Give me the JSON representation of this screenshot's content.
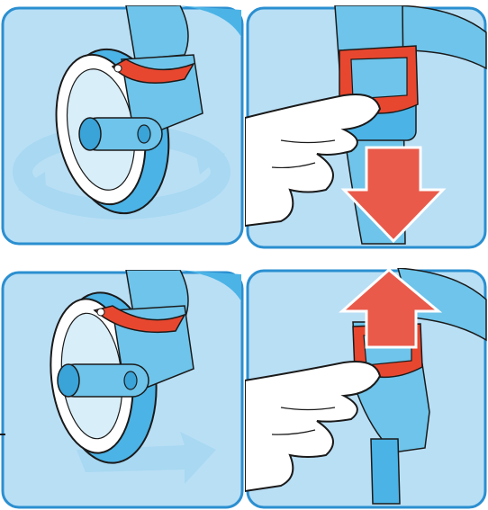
{
  "figure": {
    "panels": [
      {
        "id": "p1",
        "depicts": "swivel-wheel-rotation",
        "arrow_icon": "rotate-circle-arrows-icon",
        "lock_state": "unlocked"
      },
      {
        "id": "p2",
        "depicts": "press-lock-down",
        "arrow_icon": "arrow-down-icon",
        "lock_state": "pressing"
      },
      {
        "id": "p3",
        "depicts": "wheel-locked-straight",
        "arrow_icon": "arrow-forward-icon",
        "lock_state": "locked"
      },
      {
        "id": "p4",
        "depicts": "lift-lock-up",
        "arrow_icon": "arrow-up-icon",
        "lock_state": "releasing"
      }
    ]
  },
  "colors": {
    "panel_bg": "#b9dff5",
    "blue_part": "#6ec4ea",
    "blue_dark": "#3aa3d8",
    "tire": "#4bb3e6",
    "rim": "#ffffff",
    "clip_red": "#e8472f",
    "arrow_red": "#e95a4a",
    "arrow_light": "#a8d8f2",
    "outline": "#1a1a1a",
    "frame": "#2b8fd0",
    "skin": "#ffffff"
  }
}
